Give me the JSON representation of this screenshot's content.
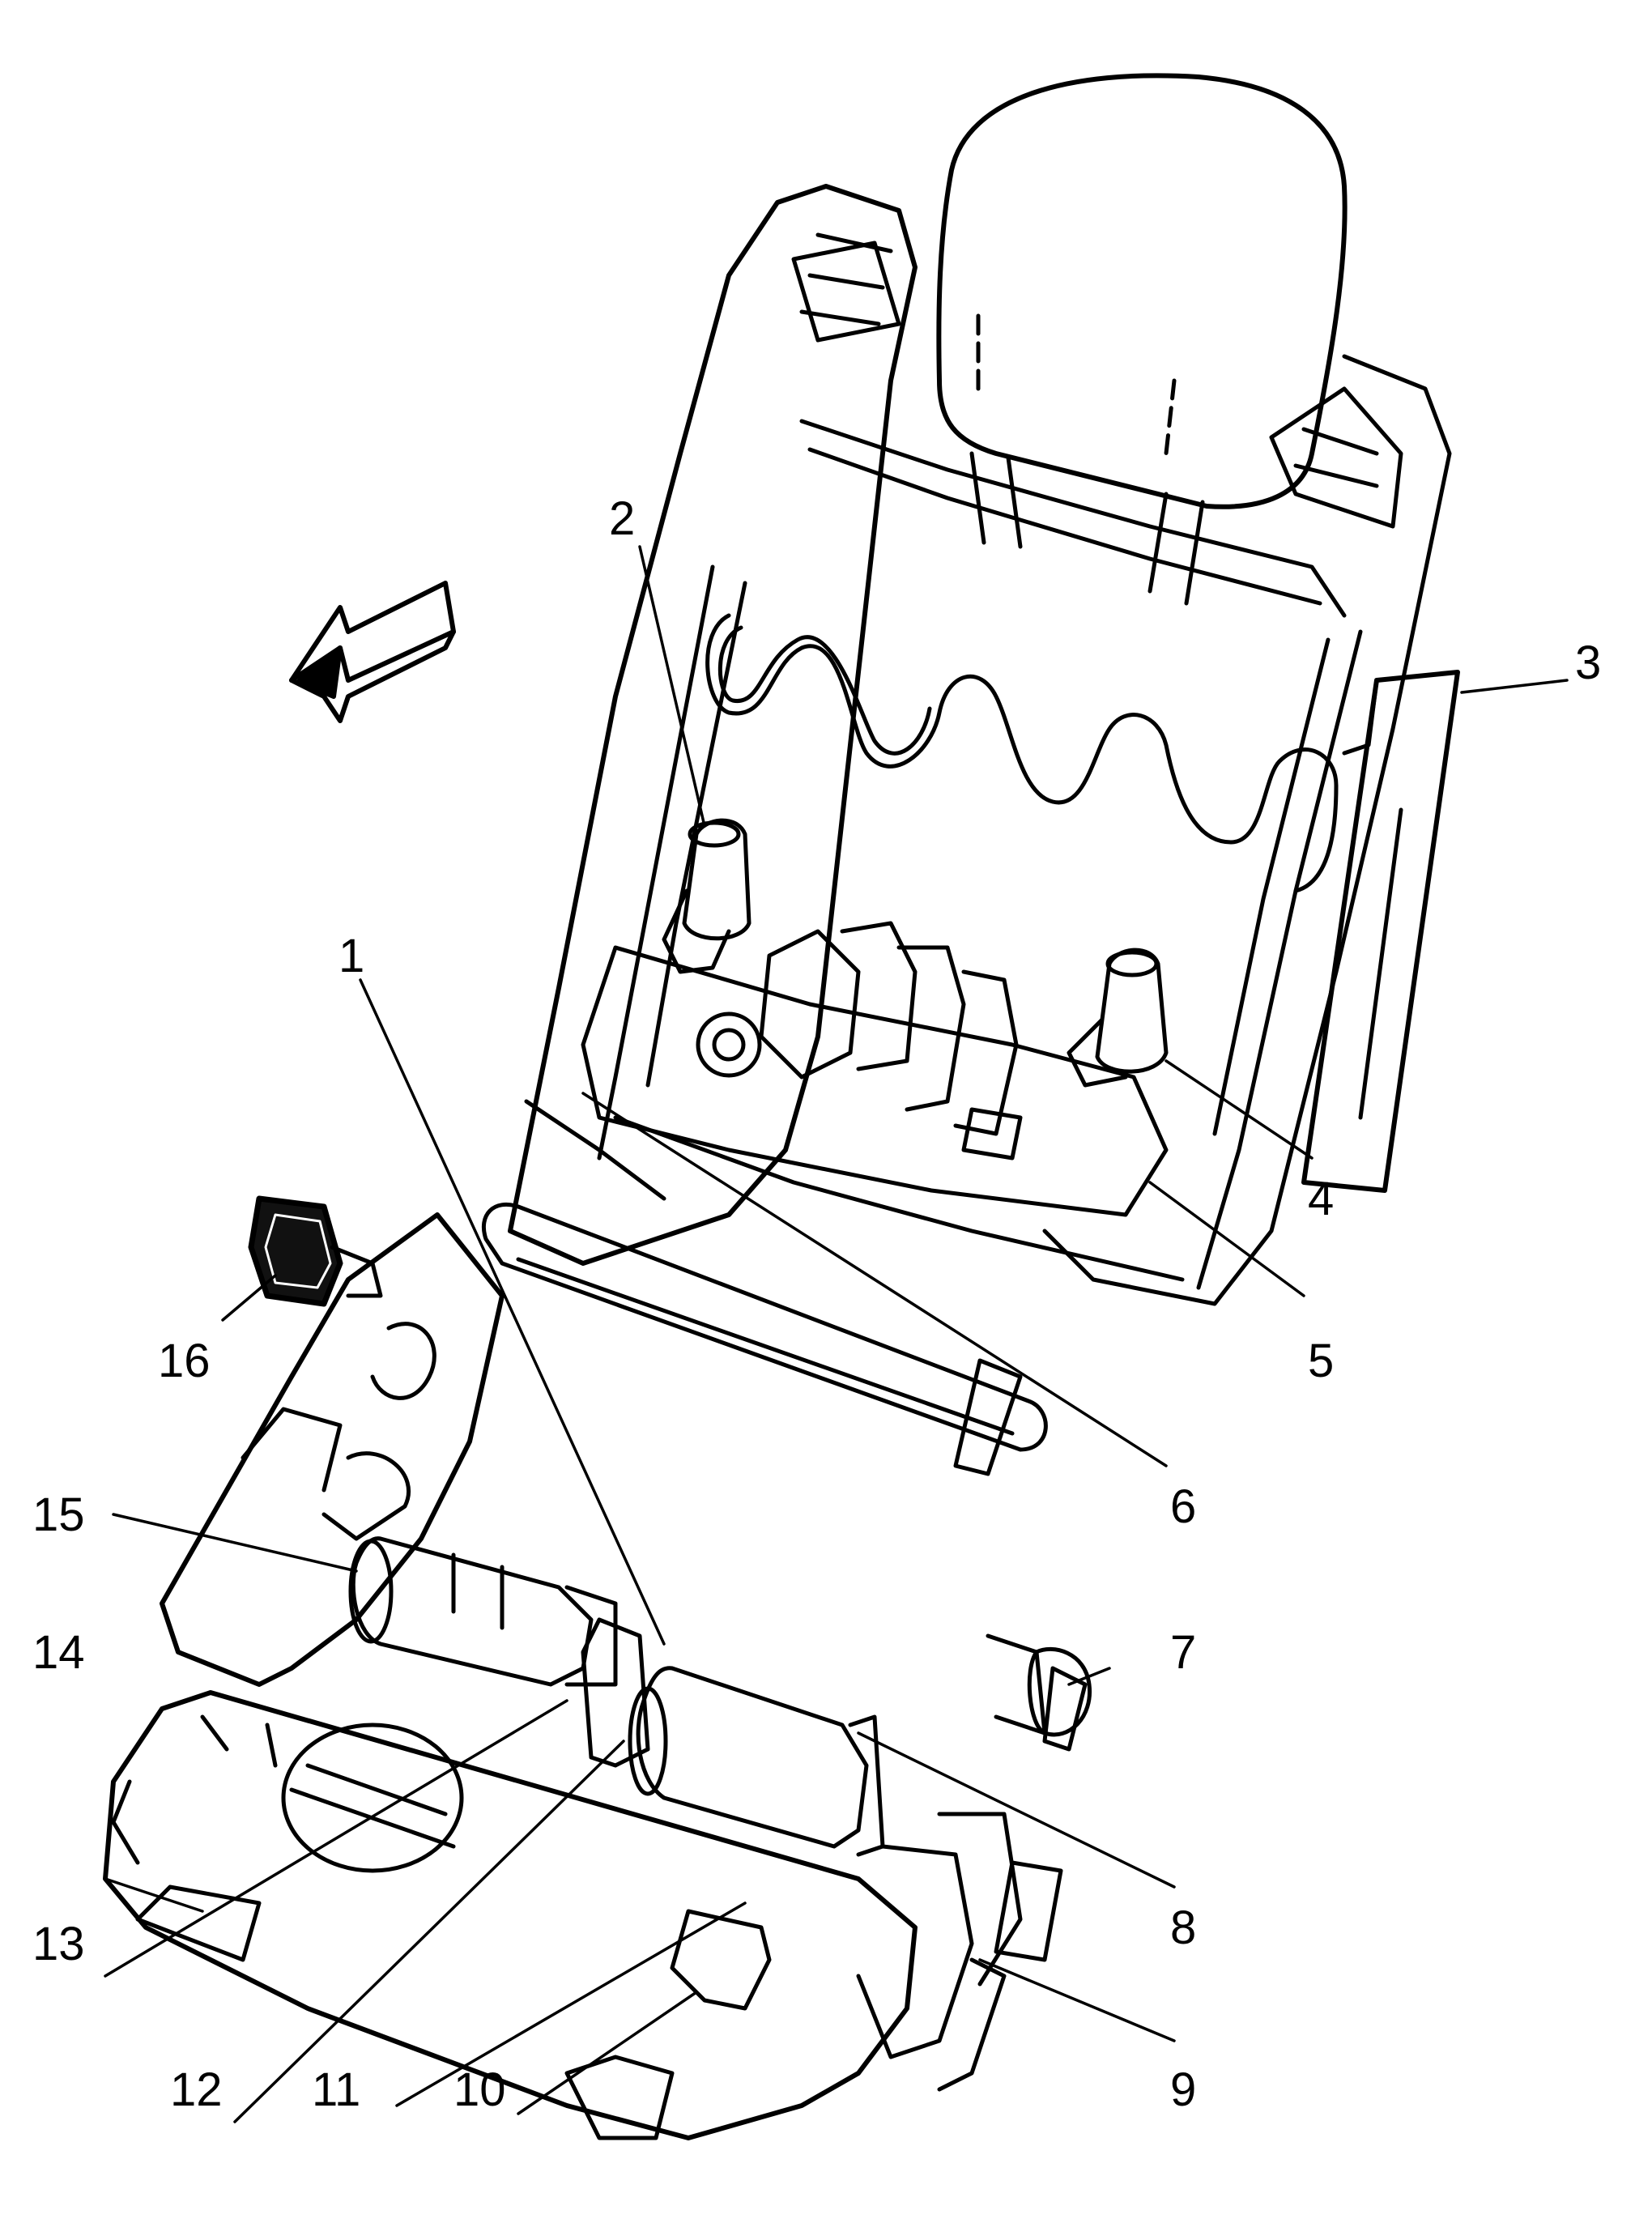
{
  "diagram": {
    "callouts": [
      {
        "id": 1,
        "label": "1"
      },
      {
        "id": 2,
        "label": "2"
      },
      {
        "id": 3,
        "label": "3"
      },
      {
        "id": 4,
        "label": "4"
      },
      {
        "id": 5,
        "label": "5"
      },
      {
        "id": 6,
        "label": "6"
      },
      {
        "id": 7,
        "label": "7"
      },
      {
        "id": 8,
        "label": "8"
      },
      {
        "id": 9,
        "label": "9"
      },
      {
        "id": 10,
        "label": "10"
      },
      {
        "id": 11,
        "label": "11"
      },
      {
        "id": 12,
        "label": "12"
      },
      {
        "id": 13,
        "label": "13"
      },
      {
        "id": 14,
        "label": "14"
      },
      {
        "id": 15,
        "label": "15"
      },
      {
        "id": 16,
        "label": "16"
      }
    ],
    "arrow_icon": "front-direction-arrow-icon",
    "line_color": "#000000",
    "background_color": "#ffffff"
  }
}
